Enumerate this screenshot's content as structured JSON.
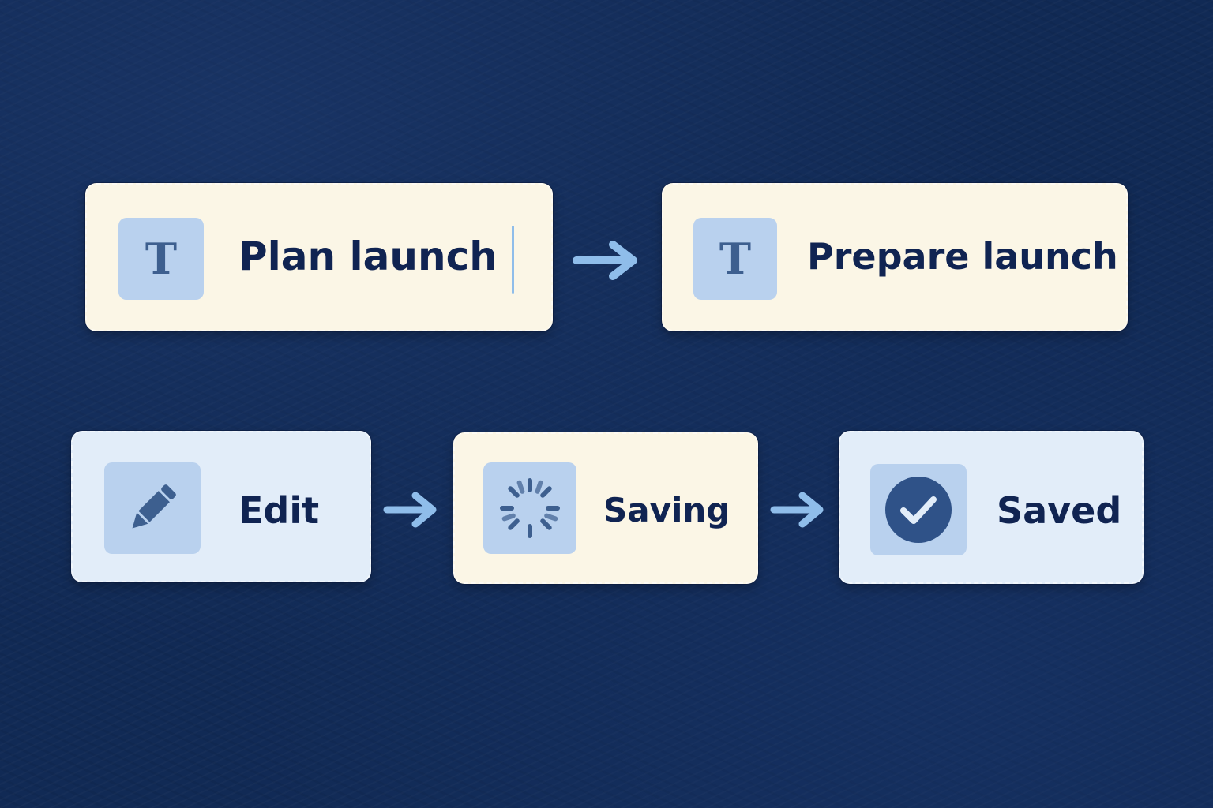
{
  "rename_flow": {
    "before": {
      "text": "Plan launch",
      "icon": "text-icon",
      "icon_glyph": "T"
    },
    "after": {
      "text": "Prepare launch",
      "icon": "text-icon",
      "icon_glyph": "T"
    }
  },
  "save_flow": {
    "steps": [
      {
        "label": "Edit",
        "icon": "pencil-icon"
      },
      {
        "label": "Saving",
        "icon": "spinner-icon"
      },
      {
        "label": "Saved",
        "icon": "check-circle-icon"
      }
    ]
  },
  "colors": {
    "background": "#112a55",
    "card_cream": "#fbf6e6",
    "card_blue": "#e2edf9",
    "icon_tile": "#b9d1ee",
    "ink": "#102452",
    "icon_ink": "#3d5f8f",
    "arrow": "#8fbdea"
  }
}
